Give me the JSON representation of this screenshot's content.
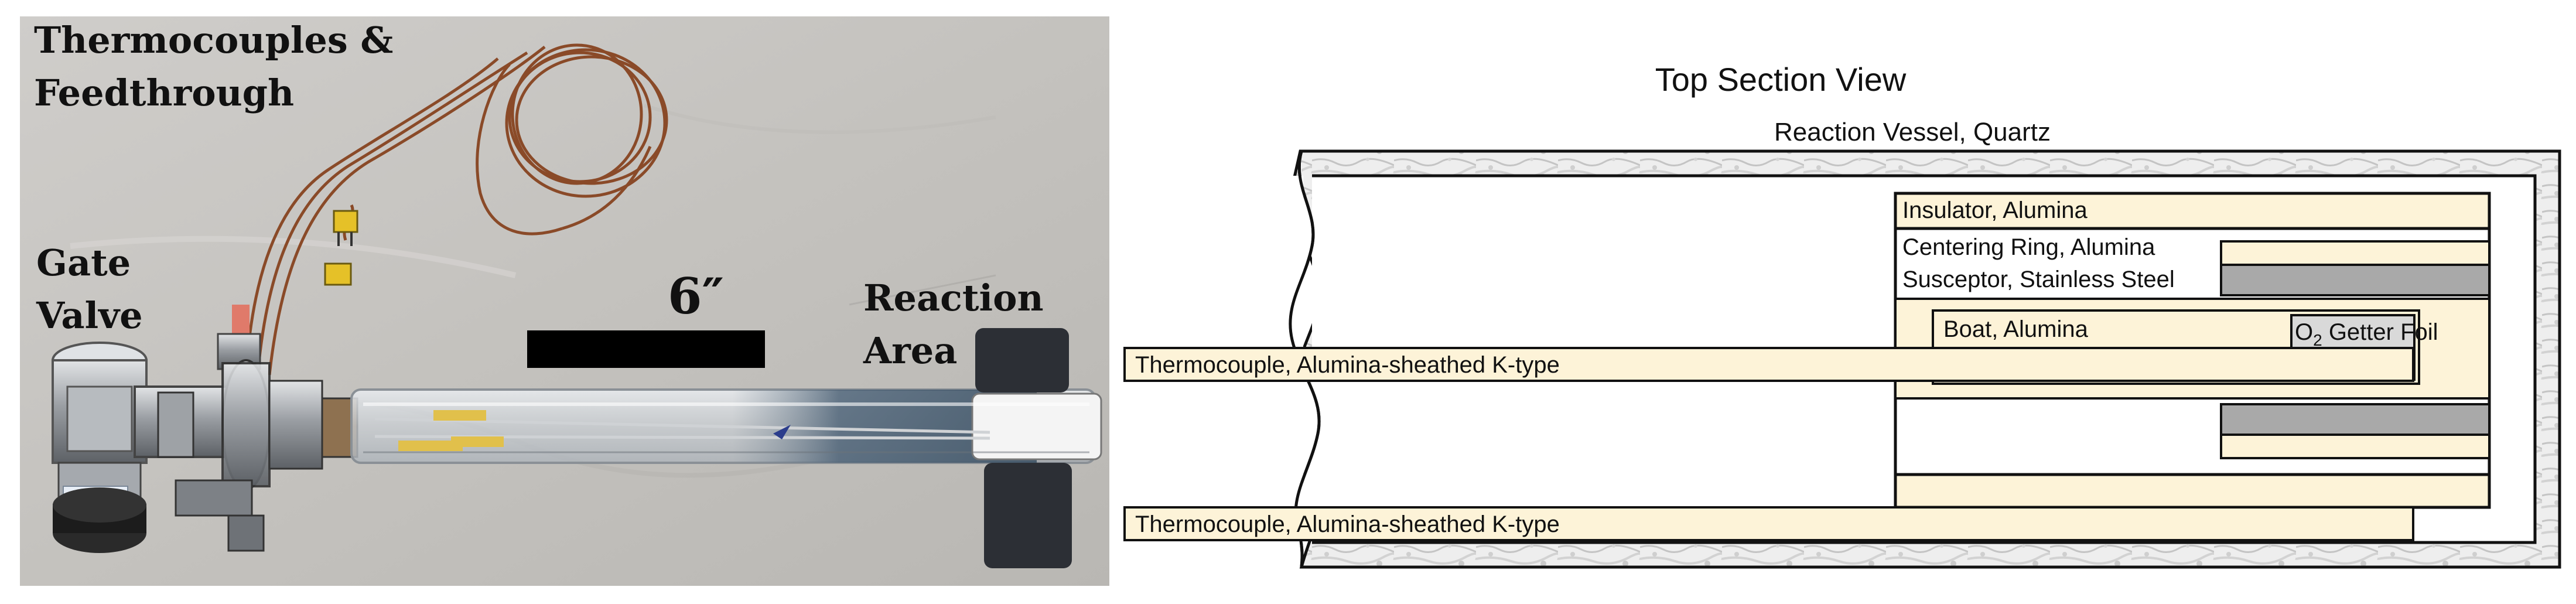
{
  "photo": {
    "labels": {
      "thermocouples_line1": "Thermocouples &",
      "thermocouples_line2": "Feedthrough",
      "gate_valve_line1": "Gate",
      "gate_valve_line2": "Valve",
      "scale": "6″",
      "reaction_line1": "Reaction",
      "reaction_line2": "Area"
    }
  },
  "diagram": {
    "title": "Top Section View",
    "vessel_label": "Reaction Vessel, Quartz",
    "insulator_label": "Insulator, Alumina",
    "centering_ring_label": "Centering Ring, Alumina",
    "susceptor_label": "Susceptor, Stainless Steel",
    "boat_label": "Boat, Alumina",
    "getter_label_prefix": "O",
    "getter_label_sub": "2",
    "getter_label_suffix": " Getter Foil",
    "thermocouple_top_label": "Thermocouple, Alumina-sheathed K-type",
    "thermocouple_bottom_label": "Thermocouple, Alumina-sheathed K-type",
    "colors": {
      "alumina": "#fdf3d8",
      "steel": "#a9a9a9",
      "getter": "#d9d9d9",
      "quartz": "#e6e6e6"
    }
  }
}
